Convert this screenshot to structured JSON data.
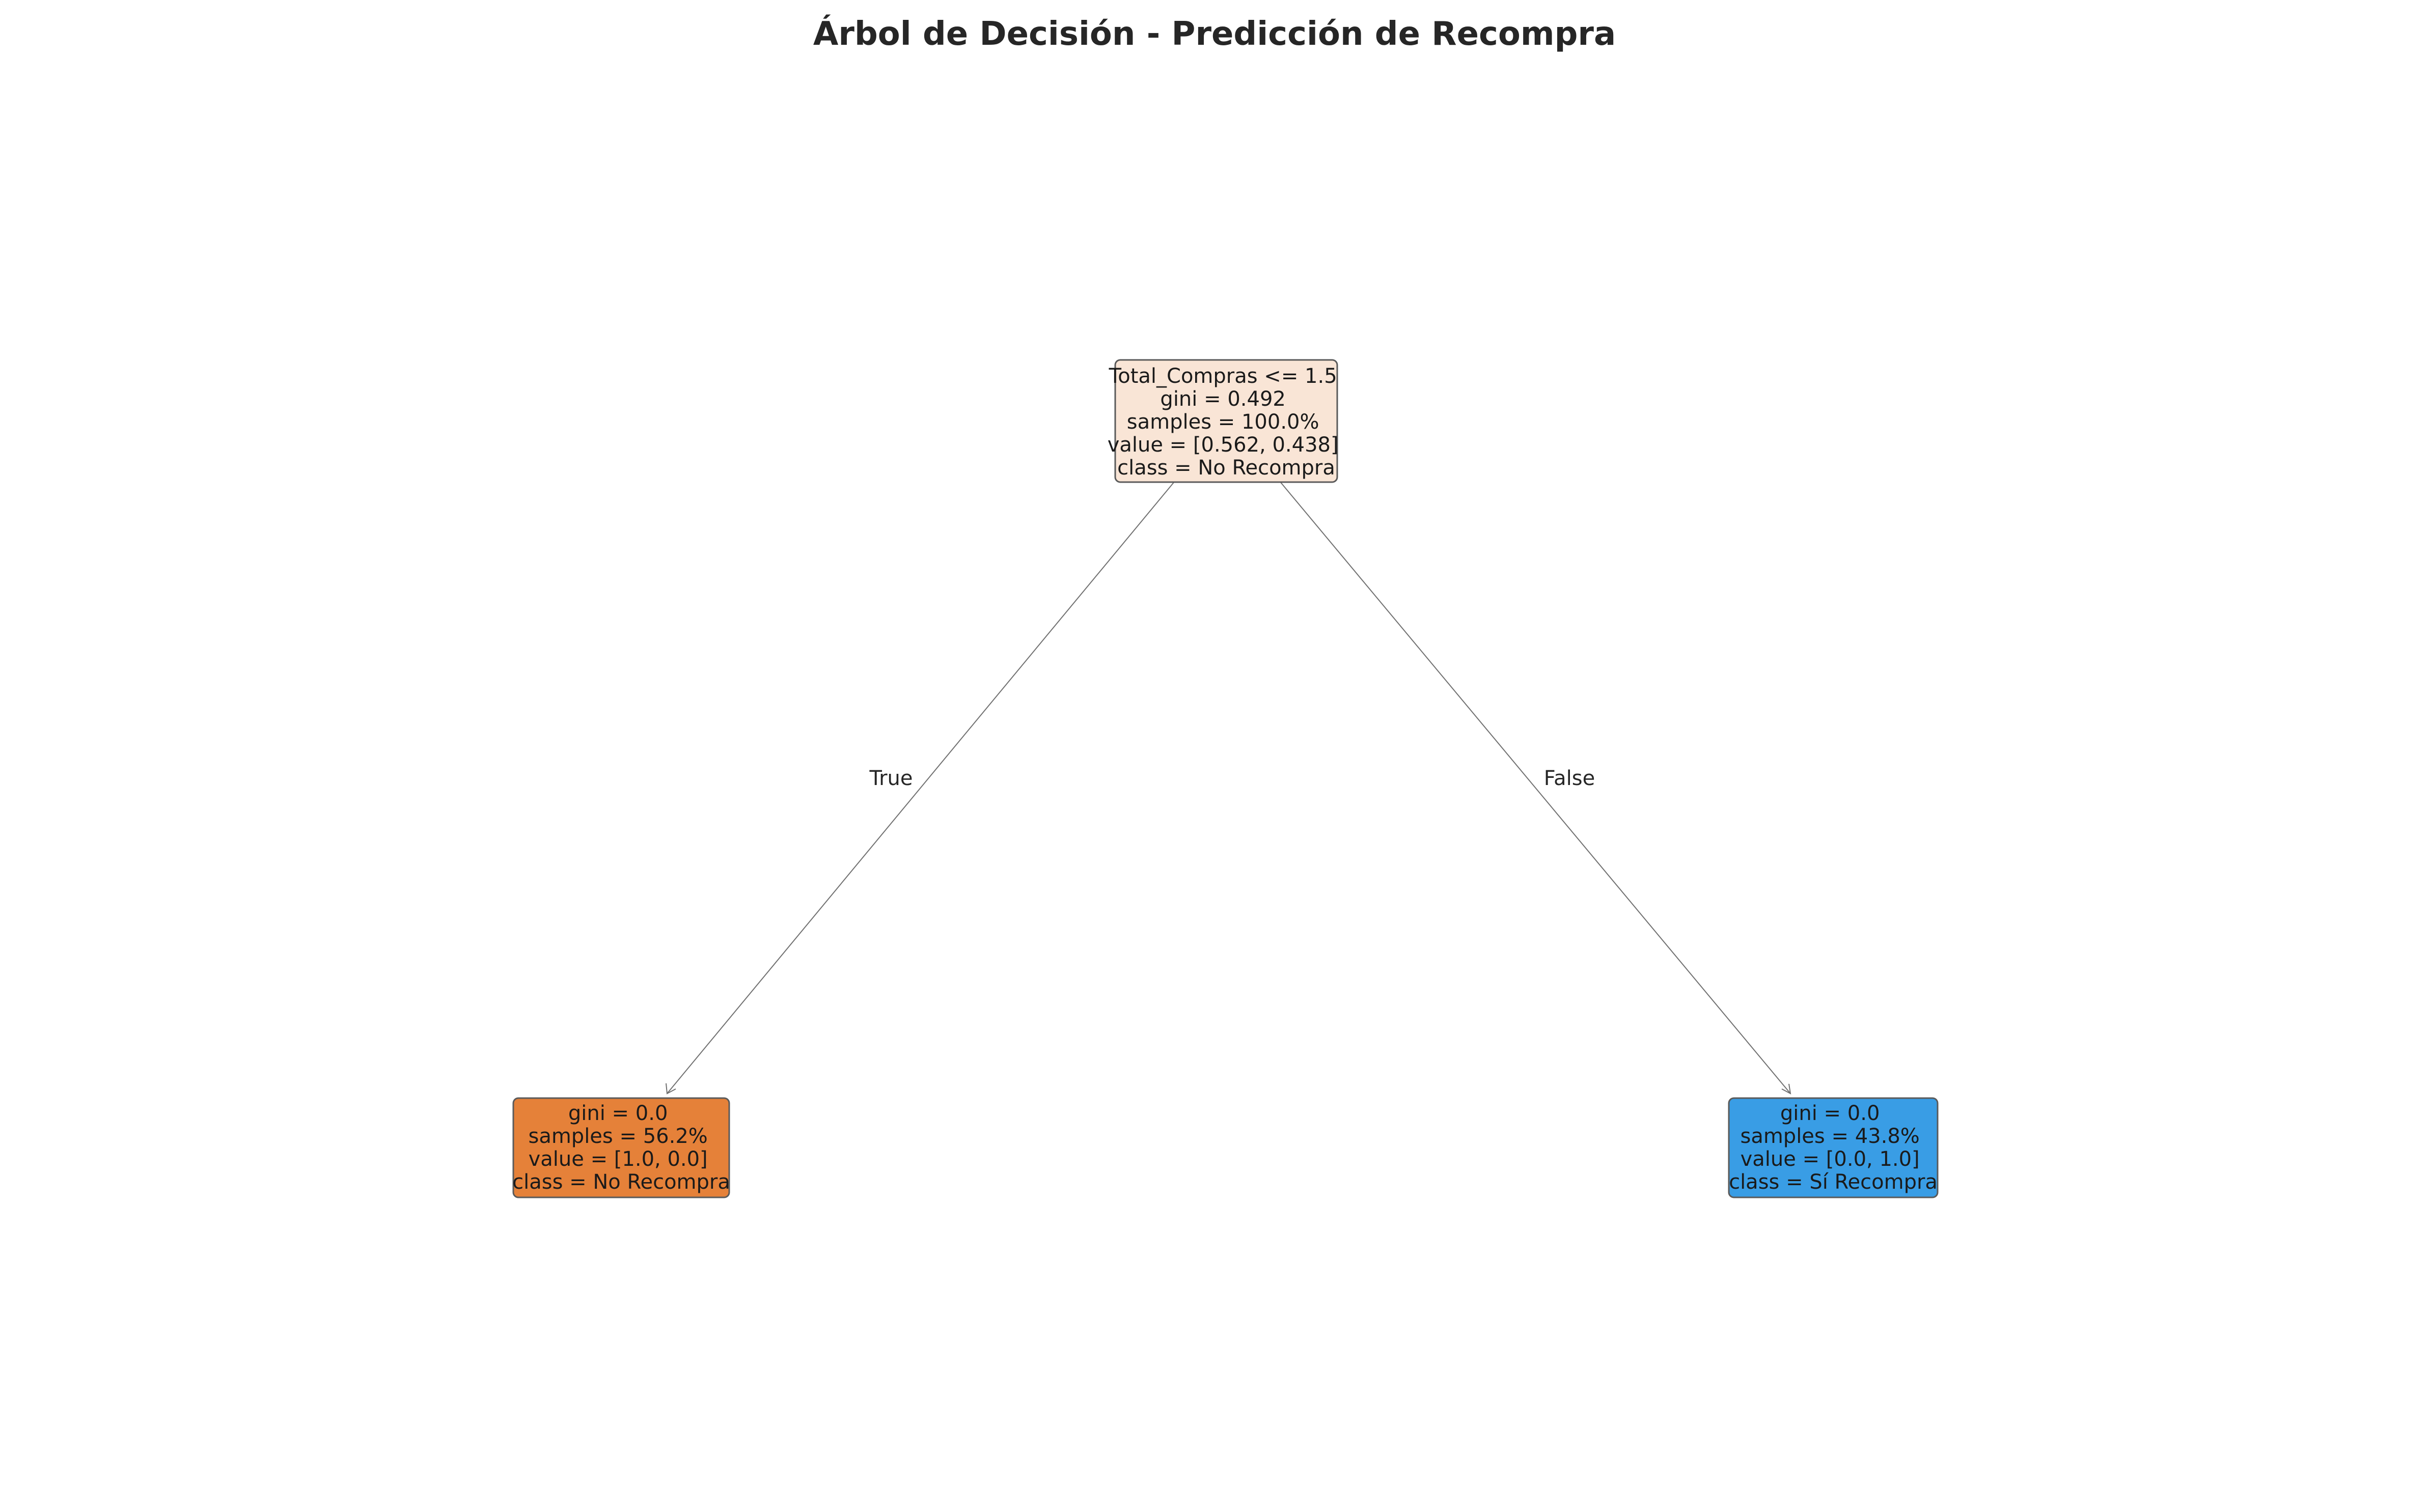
{
  "title": "Árbol de Decisión - Predicción de Recompra",
  "nodes": {
    "root": {
      "color": "#f9e5d6",
      "lines": [
        "Total_Compras <= 1.5",
        "gini = 0.492",
        "samples = 100.0%",
        "value = [0.562, 0.438]",
        "class = No Recompra"
      ]
    },
    "left": {
      "color": "#e58139",
      "lines": [
        "gini = 0.0",
        "samples = 56.2%",
        "value = [1.0, 0.0]",
        "class = No Recompra"
      ]
    },
    "right": {
      "color": "#399de5",
      "lines": [
        "gini = 0.0",
        "samples = 43.8%",
        "value = [0.0, 1.0]",
        "class = Sí Recompra"
      ]
    }
  },
  "edges": {
    "true_label": "True",
    "false_label": "False"
  }
}
